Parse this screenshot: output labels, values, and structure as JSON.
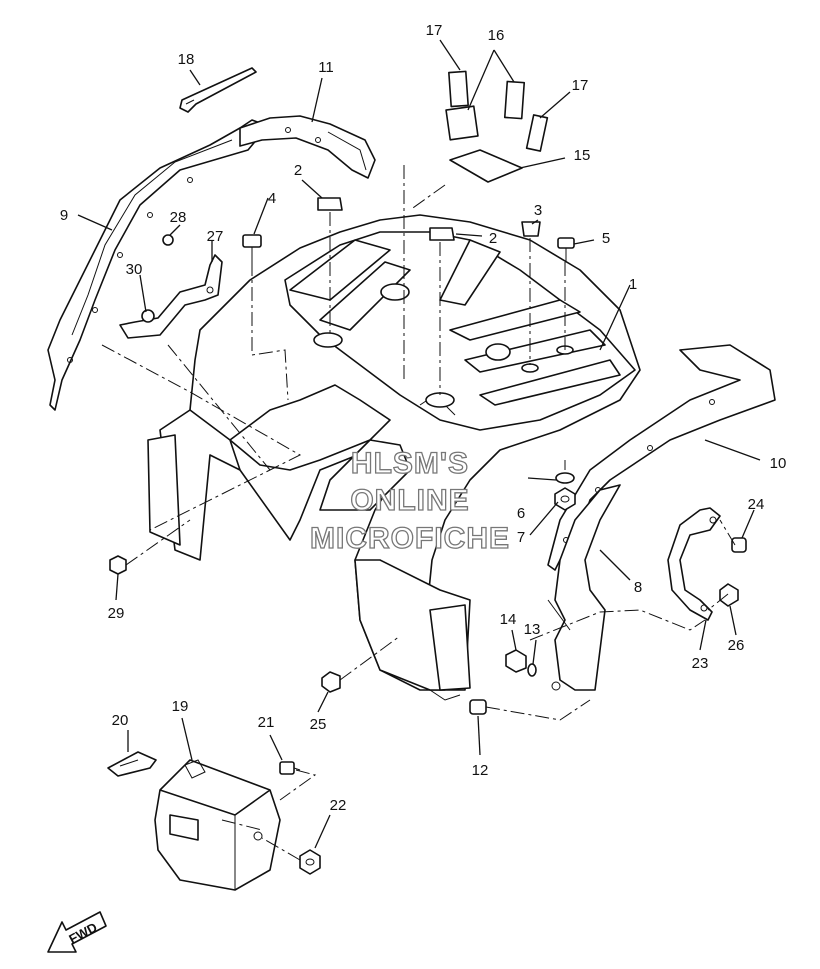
{
  "diagram": {
    "watermark": [
      "HLSM'S",
      "ONLINE",
      "MICROFICHE"
    ],
    "direction_label": "FWD",
    "callouts": [
      {
        "id": "c1",
        "label": "1"
      },
      {
        "id": "c2a",
        "label": "2"
      },
      {
        "id": "c2b",
        "label": "2"
      },
      {
        "id": "c3",
        "label": "3"
      },
      {
        "id": "c4",
        "label": "4"
      },
      {
        "id": "c5",
        "label": "5"
      },
      {
        "id": "c6",
        "label": "6"
      },
      {
        "id": "c7",
        "label": "7"
      },
      {
        "id": "c8",
        "label": "8"
      },
      {
        "id": "c9",
        "label": "9"
      },
      {
        "id": "c10",
        "label": "10"
      },
      {
        "id": "c11",
        "label": "11"
      },
      {
        "id": "c12",
        "label": "12"
      },
      {
        "id": "c13",
        "label": "13"
      },
      {
        "id": "c14",
        "label": "14"
      },
      {
        "id": "c15",
        "label": "15"
      },
      {
        "id": "c16",
        "label": "16"
      },
      {
        "id": "c17a",
        "label": "17"
      },
      {
        "id": "c17b",
        "label": "17"
      },
      {
        "id": "c18",
        "label": "18"
      },
      {
        "id": "c19",
        "label": "19"
      },
      {
        "id": "c20",
        "label": "20"
      },
      {
        "id": "c21",
        "label": "21"
      },
      {
        "id": "c22",
        "label": "22"
      },
      {
        "id": "c23",
        "label": "23"
      },
      {
        "id": "c24",
        "label": "24"
      },
      {
        "id": "c25",
        "label": "25"
      },
      {
        "id": "c26",
        "label": "26"
      },
      {
        "id": "c27",
        "label": "27"
      },
      {
        "id": "c28",
        "label": "28"
      },
      {
        "id": "c29",
        "label": "29"
      },
      {
        "id": "c30",
        "label": "30"
      }
    ]
  }
}
